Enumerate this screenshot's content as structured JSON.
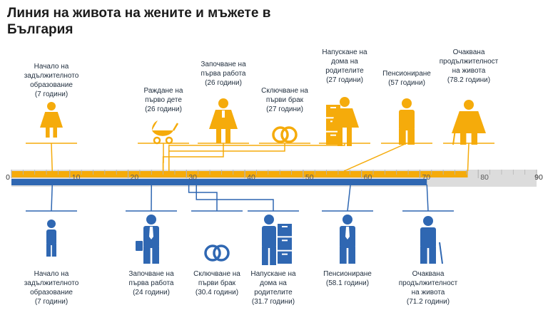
{
  "title": "Линия на живота на жените и мъжете в България",
  "colors": {
    "women": "#f5ab0b",
    "men": "#2f67b2",
    "track": "#dcdcdc",
    "connector": "#f5ab0b"
  },
  "axis": {
    "min": 0,
    "max": 90,
    "ticks": [
      "0",
      "10",
      "20",
      "30",
      "40",
      "50",
      "60",
      "70",
      "80",
      "90"
    ]
  },
  "women": {
    "life_expectancy": 78.2,
    "events": [
      {
        "lines": [
          "Начало на",
          "задължителното",
          "образование",
          "(7 години)"
        ],
        "age": 7,
        "icon": "girl-icon"
      },
      {
        "lines": [
          "Раждане на",
          "първо дете",
          "(26 години)"
        ],
        "age": 26,
        "icon": "baby-carriage-icon"
      },
      {
        "lines": [
          "Започване на",
          "първа работа",
          "(26 години)"
        ],
        "age": 26,
        "icon": "working-woman-icon"
      },
      {
        "lines": [
          "Сключване на",
          "първи брак",
          "(27 години)"
        ],
        "age": 27,
        "icon": "wedding-rings-icon"
      },
      {
        "lines": [
          "Напускане на",
          "дома на",
          "родителите",
          "(27 години)"
        ],
        "age": 27,
        "icon": "woman-with-boxes-icon"
      },
      {
        "lines": [
          "Пенсиониране",
          "(57 години)"
        ],
        "age": 57,
        "icon": "retired-woman-icon"
      },
      {
        "lines": [
          "Очаквана",
          "продължителност",
          "на живота",
          "(78.2 години)"
        ],
        "age": 78.2,
        "icon": "elderly-woman-icon"
      }
    ]
  },
  "men": {
    "life_expectancy": 71.2,
    "events": [
      {
        "lines": [
          "Начало на",
          "задължителното",
          "образование",
          "(7 години)"
        ],
        "age": 7,
        "icon": "boy-icon"
      },
      {
        "lines": [
          "Започване на",
          "първа работа",
          "(24 години)"
        ],
        "age": 24,
        "icon": "businessman-icon"
      },
      {
        "lines": [
          "Сключване на",
          "първи брак",
          "(30.4 години)"
        ],
        "age": 30.4,
        "icon": "wedding-rings-icon"
      },
      {
        "lines": [
          "Напускане на",
          "дома на",
          "родителите",
          "(31.7 години)"
        ],
        "age": 31.7,
        "icon": "man-with-boxes-icon"
      },
      {
        "lines": [
          "Пенсиониране",
          "(58.1 години)"
        ],
        "age": 58.1,
        "icon": "retired-man-icon"
      },
      {
        "lines": [
          "Очаквана",
          "продължителност",
          "на живота",
          "(71.2 години)"
        ],
        "age": 71.2,
        "icon": "elderly-man-icon"
      }
    ]
  }
}
